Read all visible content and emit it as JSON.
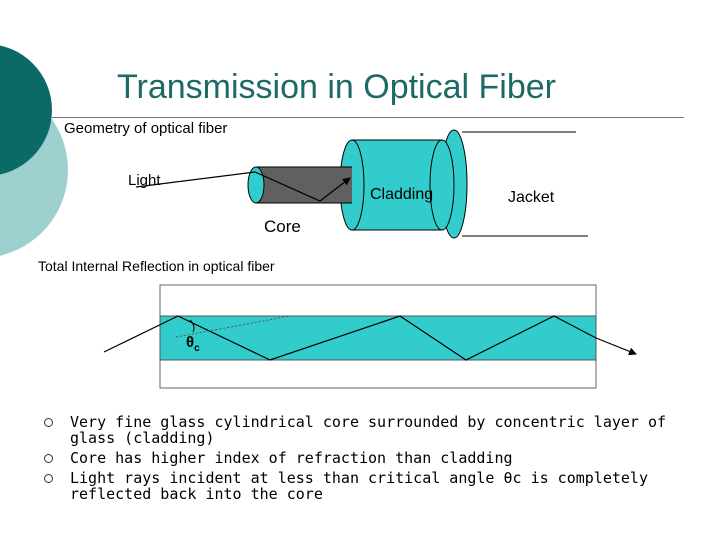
{
  "slide": {
    "title": "Transmission in Optical Fiber"
  },
  "geometry": {
    "heading": "Geometry of optical fiber",
    "light_label": "Light",
    "cladding_label": "Cladding",
    "jacket_label": "Jacket",
    "core_label": "Core"
  },
  "tir": {
    "heading": "Total Internal Reflection in optical fiber",
    "angle_symbol": "θ",
    "angle_subscript": "c"
  },
  "bullets": [
    "Very fine glass cylindrical core surrounded by concentric layer of glass (cladding)",
    "Core has higher index of refraction than cladding",
    "Light rays incident at less than critical angle θc is completely reflected back into the core"
  ],
  "colors": {
    "title": "#1b6a66",
    "accent_dark": "#0b6a66",
    "accent_light": "#9ecfcf",
    "fiber_fill": "#33cccc",
    "core_fill": "#606060"
  }
}
